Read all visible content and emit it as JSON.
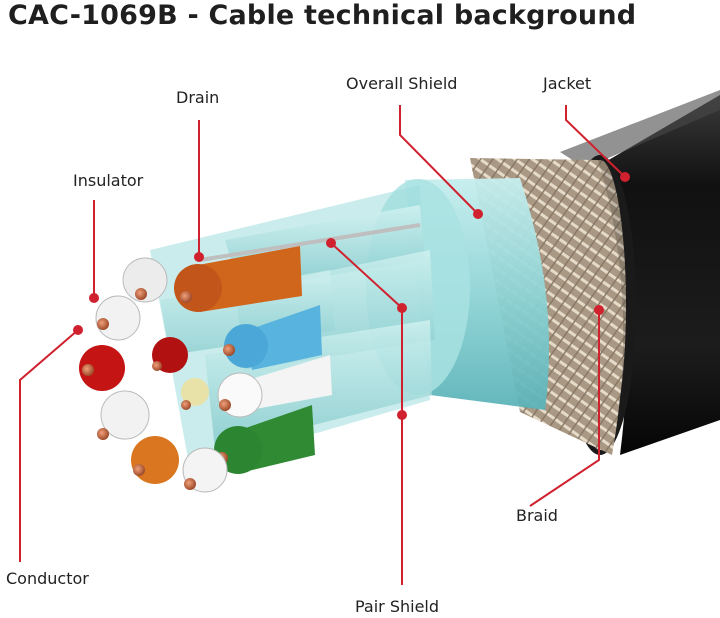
{
  "title": "CAC-1069B - Cable technical background",
  "labels": {
    "drain": "Drain",
    "overall_shield": "Overall Shield",
    "jacket": "Jacket",
    "insulator": "Insulator",
    "braid": "Braid",
    "conductor": "Conductor",
    "pair_shield": "Pair Shield"
  },
  "colors": {
    "callout": "#d0212e",
    "jacket": "#141414",
    "braid": "#b9a994",
    "shield": "#8fd6d8",
    "copper": "#c8643f"
  }
}
